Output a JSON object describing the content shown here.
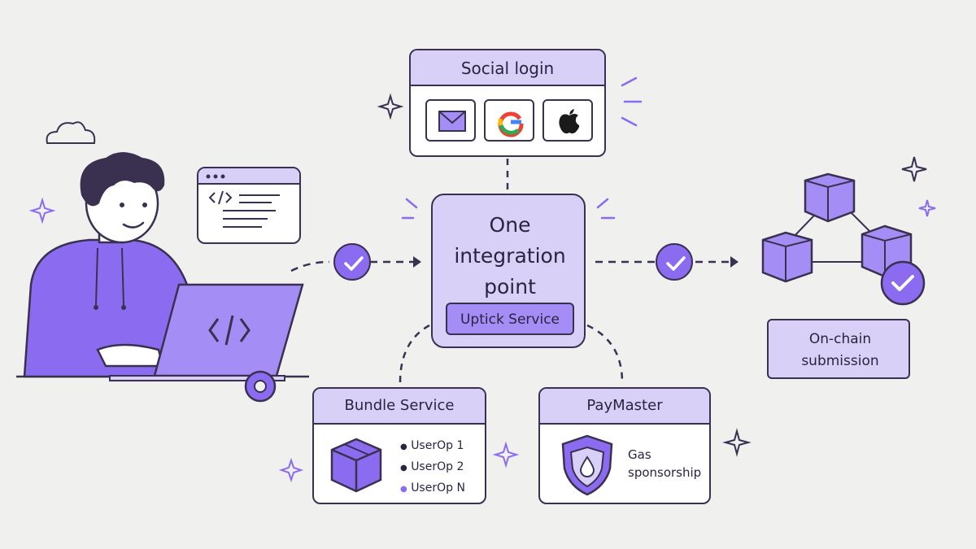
{
  "social_login": {
    "title": "Social login",
    "icons": [
      "mail-icon",
      "google-icon",
      "apple-icon"
    ]
  },
  "center": {
    "title": "One integration point",
    "service_label": "Uptick Service"
  },
  "bundle": {
    "title": "Bundle Service",
    "items": [
      "UserOp 1",
      "UserOp 2",
      "UserOp N"
    ]
  },
  "paymaster": {
    "title": "PayMaster",
    "feature": "Gas sponsorship"
  },
  "onchain": {
    "label": "On-chain submission"
  },
  "colors": {
    "accent": "#8b6cf0",
    "accent_light": "#d9d0f7",
    "ink": "#3a3150",
    "background": "#f0f0ef"
  }
}
